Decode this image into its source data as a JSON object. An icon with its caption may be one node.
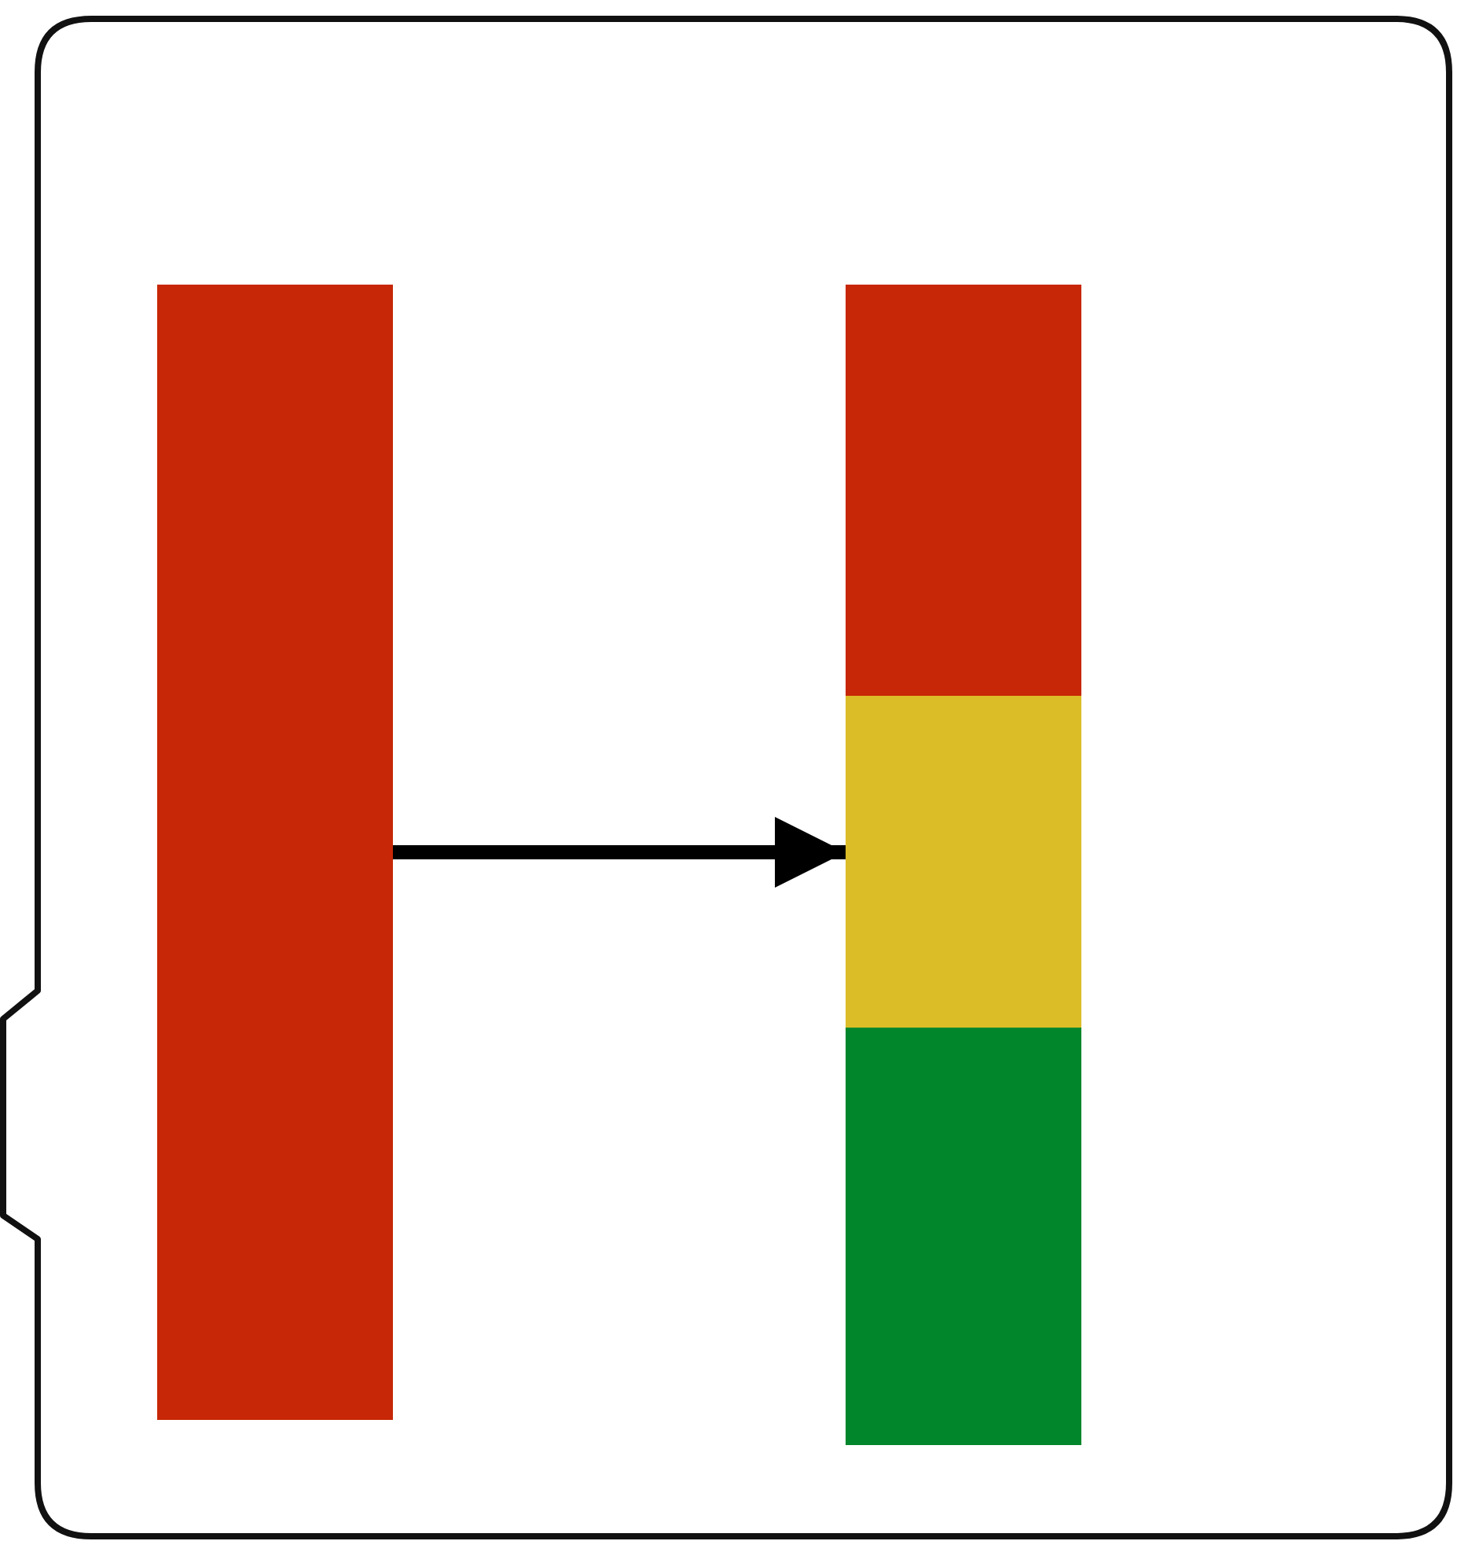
{
  "diagram": {
    "nodes": [
      {
        "text": [],
        "shape": "callout"
      },
      {
        "text": [],
        "shape": "bar",
        "in": 0
      },
      {
        "text": [],
        "shape": "bar",
        "in": 0
      }
    ],
    "edges": [
      {
        "from": 1,
        "to": 2,
        "arrow": "to"
      }
    ]
  }
}
